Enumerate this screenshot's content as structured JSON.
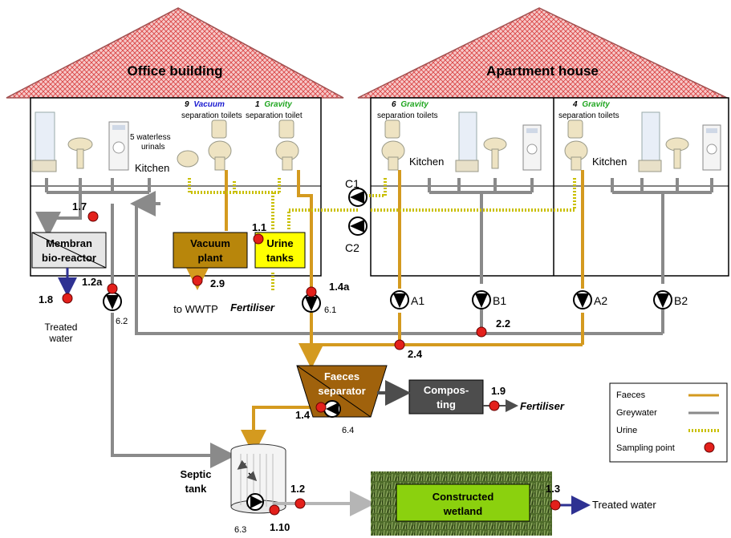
{
  "buildings": {
    "office": "Office building",
    "apartment": "Apartment house"
  },
  "toilets": {
    "vacuum_count": "9",
    "vacuum_word": "Vacuum",
    "vacuum_caption": "separation toilets",
    "gravity1_count": "1",
    "gravity1_word": "Gravity",
    "gravity1_caption": "separation toilet",
    "gravity6_count": "6",
    "gravity6_word": "Gravity",
    "gravity6_caption": "separation toilets",
    "gravity4_count": "4",
    "gravity4_word": "Gravity",
    "gravity4_caption": "separation toilets",
    "urinals_line1": "5 waterless",
    "urinals_line2": "urinals"
  },
  "rooms": {
    "kitchen_office": "Kitchen",
    "kitchen_apt1": "Kitchen",
    "kitchen_apt2": "Kitchen"
  },
  "units": {
    "membran_line1": "Membran",
    "membran_line2": "bio-reactor",
    "vacuum_line1": "Vacuum",
    "vacuum_line2": "plant",
    "urine_line1": "Urine",
    "urine_line2": "tanks",
    "faeces_line1": "Faeces",
    "faeces_line2": "separator",
    "compost_line1": "Compos-",
    "compost_line2": "ting",
    "septic_line1": "Septic",
    "septic_line2": "tank",
    "wetland_line1": "Constructed",
    "wetland_line2": "wetland"
  },
  "outputs": {
    "treated_line1": "Treated",
    "treated_line2": "water",
    "to_wwtp": "to WWTP",
    "fertiliser_urine": "Fertiliser",
    "fertiliser_compost": "Fertiliser",
    "treated_wetland": "Treated water"
  },
  "pumps": {
    "c1": "C1",
    "c2": "C2",
    "a1": "A1",
    "b1": "B1",
    "a2": "A2",
    "b2": "B2",
    "p61": "6.1",
    "p62": "6.2",
    "p63": "6.3",
    "p64": "6.4"
  },
  "sampling_points": {
    "s1_1": "1.1",
    "s1_2": "1.2",
    "s1_2a": "1.2a",
    "s1_3": "1.3",
    "s1_4": "1.4",
    "s1_4a": "1.4a",
    "s1_7": "1.7",
    "s1_8": "1.8",
    "s1_9": "1.9",
    "s1_10": "1.10",
    "s2_2": "2.2",
    "s2_4": "2.4",
    "s2_9": "2.9"
  },
  "legend": {
    "faeces": "Faeces",
    "greywater": "Greywater",
    "urine": "Urine",
    "sampling": "Sampling point"
  },
  "colors": {
    "faeces": "#d49a1f",
    "greywater": "#8a8a8a",
    "urine": "#d8d400",
    "sampling": "#e3201b",
    "treated": "#2e3192",
    "wetland": "#8bd10e",
    "urine_tank": "#ffff00",
    "vacuum_plant": "#b8860b",
    "compost": "#4d4d4d",
    "separator": "#a0620c"
  }
}
